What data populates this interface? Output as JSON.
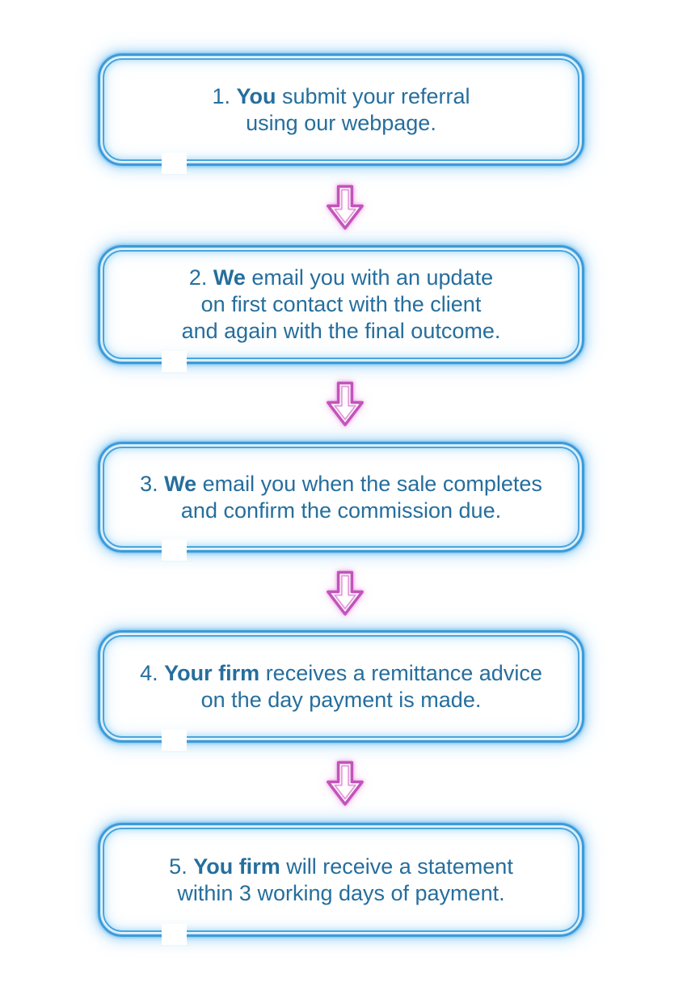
{
  "colors": {
    "box_border": "#3d9ad8",
    "box_border_inner": "#49a5dc",
    "glow": "#9ed4f2",
    "arrow_outline": "#c353bb",
    "arrow_inner": "#e59fdc",
    "text": "#256e9d",
    "background": "#ffffff"
  },
  "connector": {
    "icon": "down-arrow"
  },
  "steps": [
    {
      "prefix": "1. ",
      "bold": "You",
      "rest": " submit your referral",
      "line2": "using our webpage."
    },
    {
      "prefix": "2. ",
      "bold": "We",
      "rest": " email you with an update",
      "line2": "on first contact with the client",
      "line3": "and again with the final outcome."
    },
    {
      "prefix": "3. ",
      "bold": "We",
      "rest": " email you when the sale completes",
      "line2": "and confirm the commission due."
    },
    {
      "prefix": "4. ",
      "bold": "Your firm",
      "rest": " receives a remittance advice",
      "line2": "on the day payment is made."
    },
    {
      "prefix": "5. ",
      "bold": "You firm",
      "rest": " will receive a statement",
      "line2": "within 3 working days of payment."
    }
  ]
}
